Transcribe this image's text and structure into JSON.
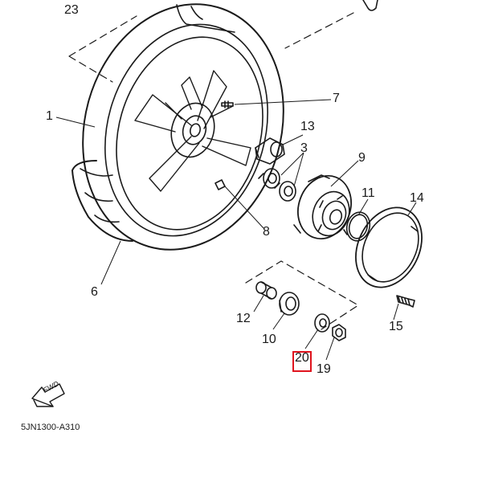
{
  "diagram": {
    "part_labels": [
      {
        "id": "p23",
        "text": "23"
      },
      {
        "id": "p1",
        "text": "1"
      },
      {
        "id": "p7",
        "text": "7"
      },
      {
        "id": "p13",
        "text": "13"
      },
      {
        "id": "p3",
        "text": "3"
      },
      {
        "id": "p9",
        "text": "9"
      },
      {
        "id": "p11",
        "text": "11"
      },
      {
        "id": "p14",
        "text": "14"
      },
      {
        "id": "p8",
        "text": "8"
      },
      {
        "id": "p6",
        "text": "6"
      },
      {
        "id": "p12",
        "text": "12"
      },
      {
        "id": "p10",
        "text": "10"
      },
      {
        "id": "p15",
        "text": "15"
      },
      {
        "id": "p20",
        "text": "20"
      },
      {
        "id": "p19",
        "text": "19"
      }
    ],
    "fwd_label": "FWD",
    "drawing_code": "5JN1300-A310",
    "highlighted_part": "20",
    "colors": {
      "line": "#1a1a1a",
      "highlight": "#e0141e",
      "background": "#ffffff"
    }
  }
}
